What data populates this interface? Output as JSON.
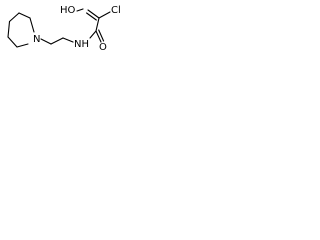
{
  "molecule": {
    "atoms": {
      "piperidine_n": "N",
      "amide_nh": "NH",
      "carbonyl_o": "O",
      "hydroxy": "HO",
      "chlorine": "Cl"
    },
    "bond_color": "#000000",
    "label_color": "#000000"
  }
}
